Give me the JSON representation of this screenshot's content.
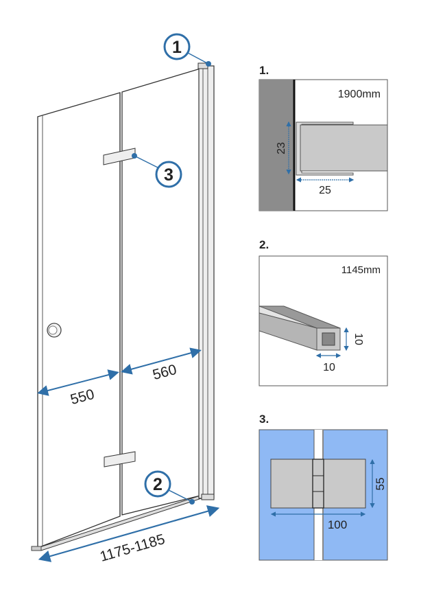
{
  "callouts": {
    "c1": "1",
    "c2": "2",
    "c3": "3"
  },
  "dimensions": {
    "width_range": "1175-1185",
    "left_panel": "550",
    "right_panel": "560"
  },
  "details": [
    {
      "label": "1.",
      "title": "1900mm",
      "dim_v": "23",
      "dim_h": "25"
    },
    {
      "label": "2.",
      "title": "1145mm",
      "dim_v": "10",
      "dim_h": "10"
    },
    {
      "label": "3.",
      "dim_v": "55",
      "dim_h": "100"
    }
  ],
  "colors": {
    "accent": "#2f6fa8",
    "glass_blue": "#8fb9f4",
    "wall": "#8c8c8c",
    "profile": "#c9c9c9"
  }
}
